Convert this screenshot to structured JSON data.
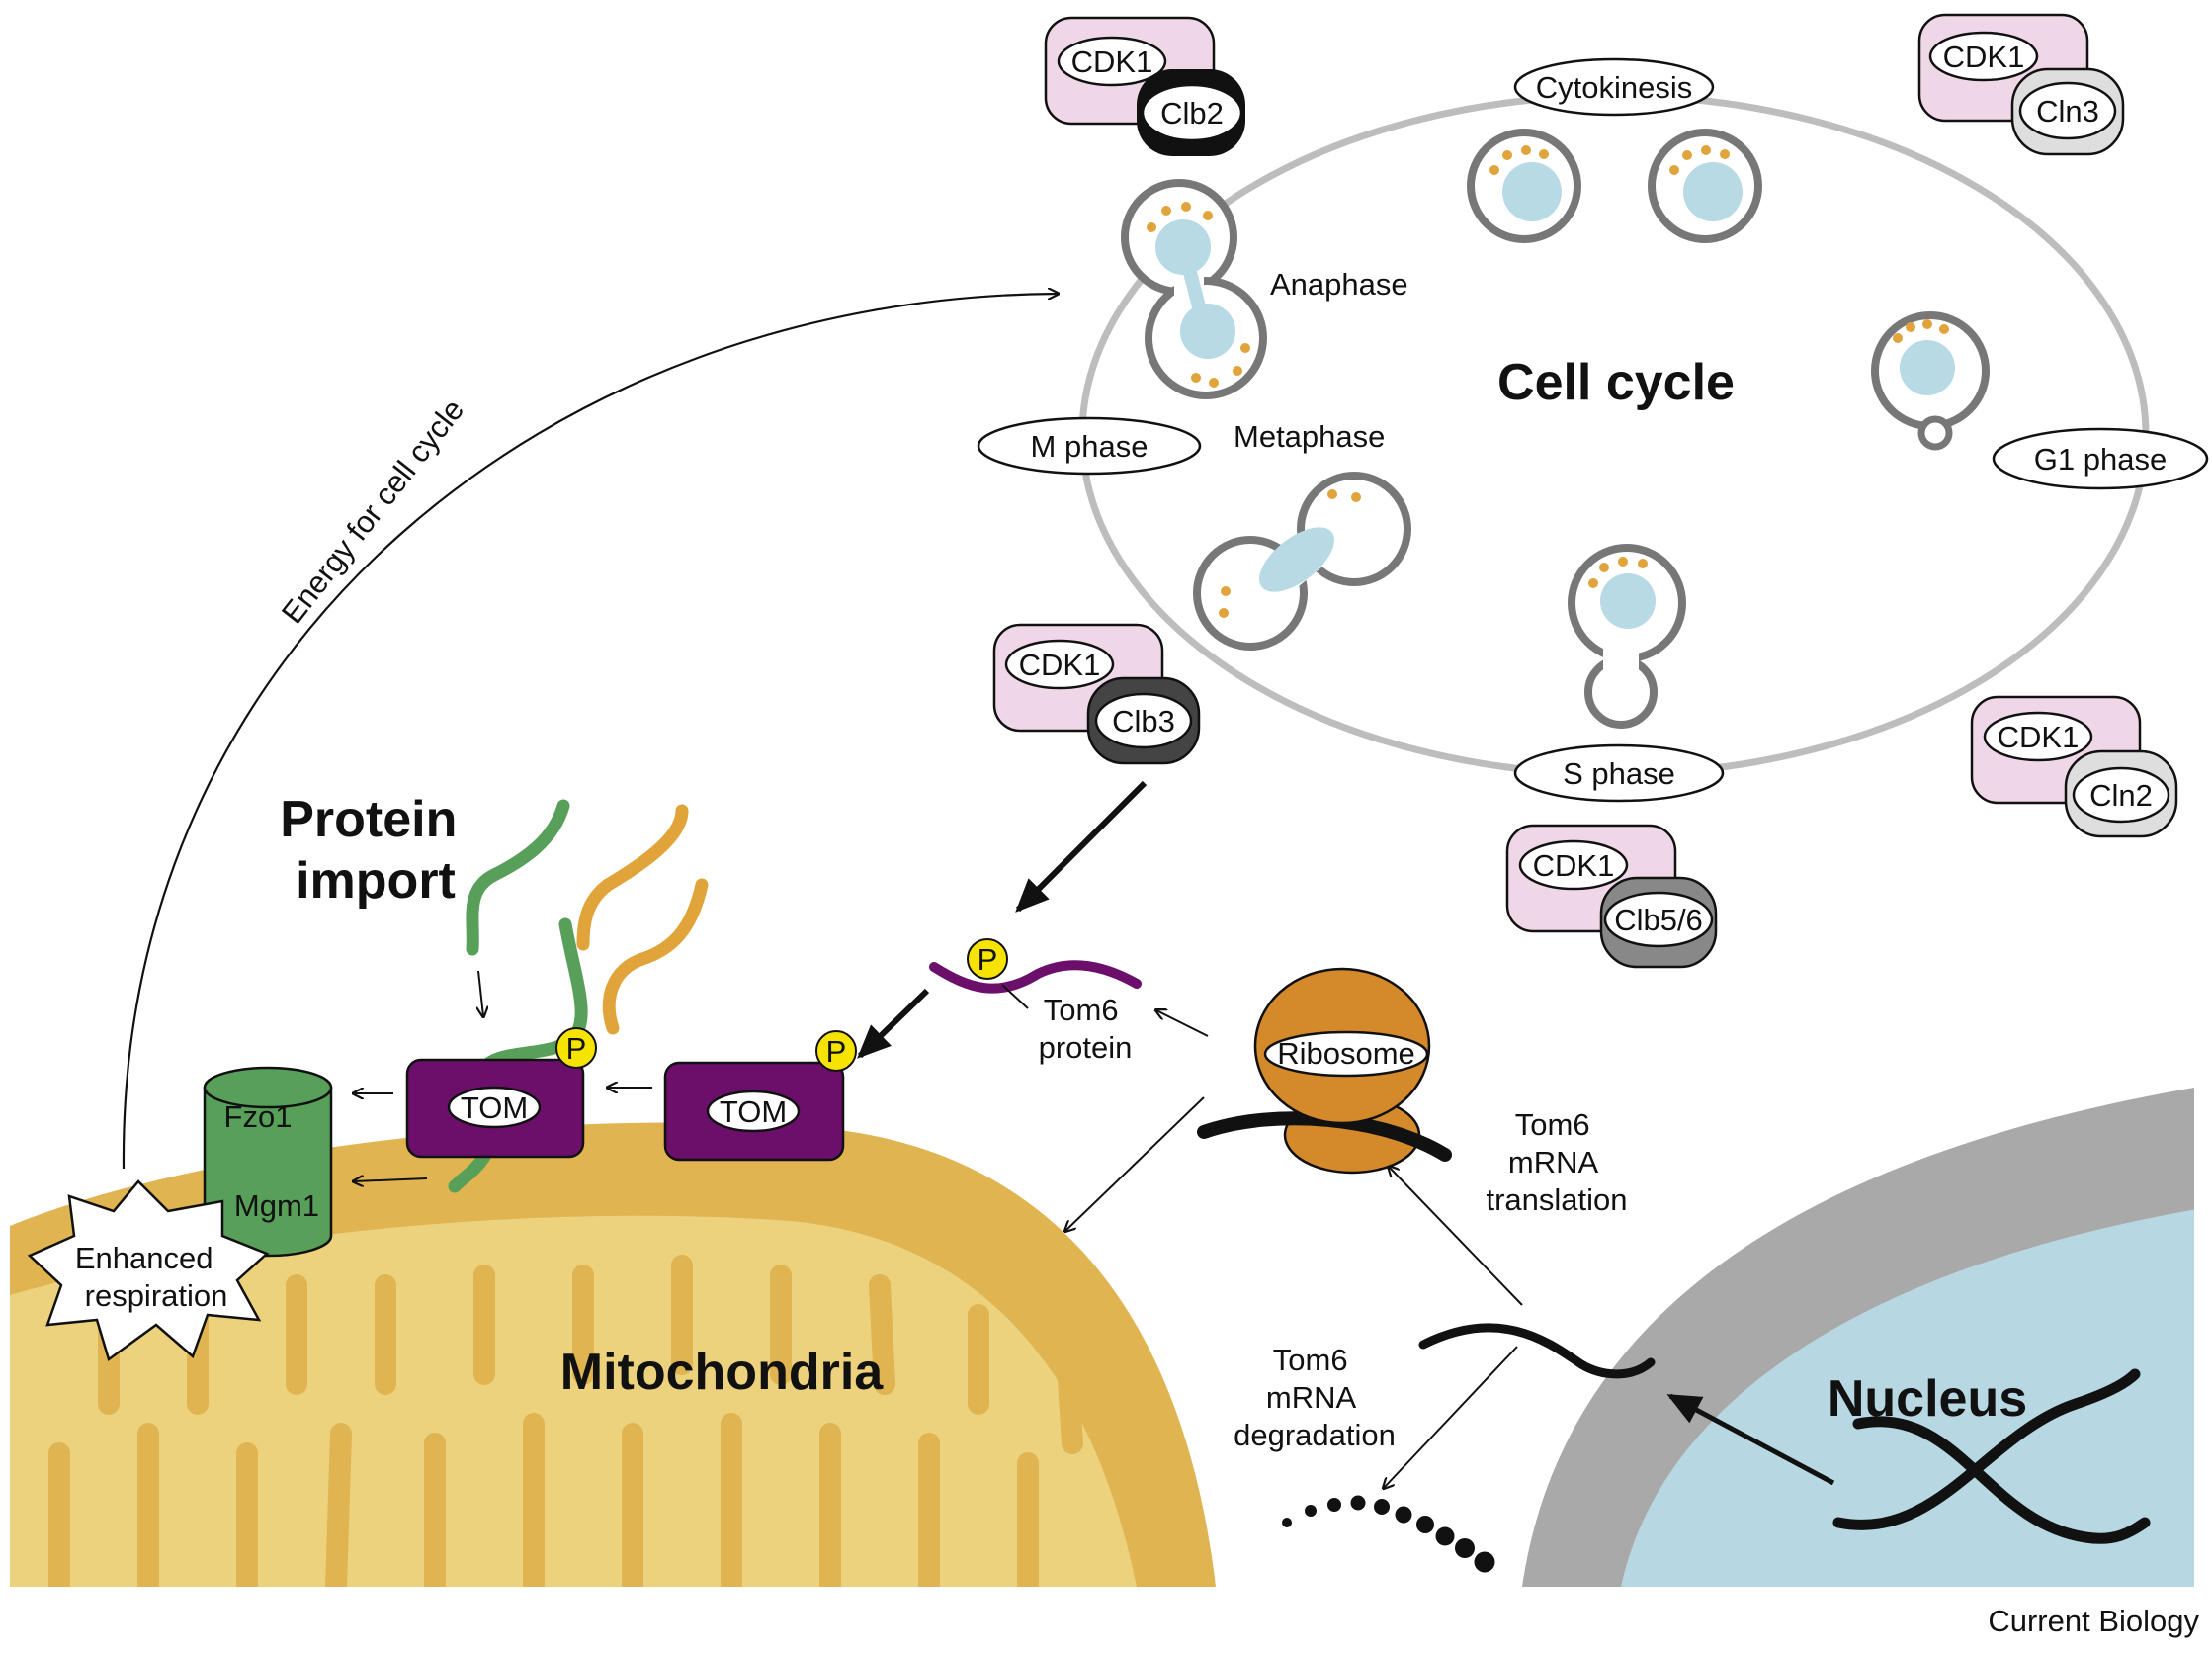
{
  "title": "Cell cycle",
  "phases": {
    "cytokinesis": "Cytokinesis",
    "anaphase": "Anaphase",
    "metaphase": "Metaphase",
    "m_phase": "M phase",
    "g1_phase": "G1 phase",
    "s_phase": "S phase"
  },
  "complexes": {
    "clb2": {
      "cdk": "CDK1",
      "cyclin": "Clb2"
    },
    "cln3": {
      "cdk": "CDK1",
      "cyclin": "Cln3"
    },
    "clb3": {
      "cdk": "CDK1",
      "cyclin": "Clb3"
    },
    "cln2": {
      "cdk": "CDK1",
      "cyclin": "Cln2"
    },
    "clb56": {
      "cdk": "CDK1",
      "cyclin": "Clb5/6"
    }
  },
  "labels": {
    "energy": "Energy for cell cycle",
    "protein_import_1": "Protein",
    "protein_import_2": "import",
    "tom_1": "TOM",
    "tom_2": "TOM",
    "phospho": "P",
    "tom6_protein_1": "Tom6",
    "tom6_protein_2": "protein",
    "ribosome": "Ribosome",
    "translation_1": "Tom6",
    "translation_2": "mRNA",
    "translation_3": "translation",
    "degradation_1": "Tom6",
    "degradation_2": "mRNA",
    "degradation_3": "degradation",
    "fzo1": "Fzo1",
    "mgm1": "Mgm1",
    "respiration_1": "Enhanced",
    "respiration_2": "respiration",
    "mitochondria": "Mitochondria",
    "nucleus": "Nucleus",
    "credit": "Current Biology"
  },
  "colors": {
    "mito_outer": "#E0B451",
    "mito_inner": "#EDD27E",
    "cdk_pink": "#EFD7E8",
    "tom_purple": "#6B0F6B",
    "ribosome_orange": "#D48A2A",
    "nucleus_blue": "#B7D8E2",
    "nuclear_envelope": "#A9A9A9",
    "fusion_green": "#58A05A",
    "phospho_yellow": "#F6E400",
    "cell_nucleus_blue": "#B8DAE5",
    "mito_dot": "#E0A43A"
  }
}
